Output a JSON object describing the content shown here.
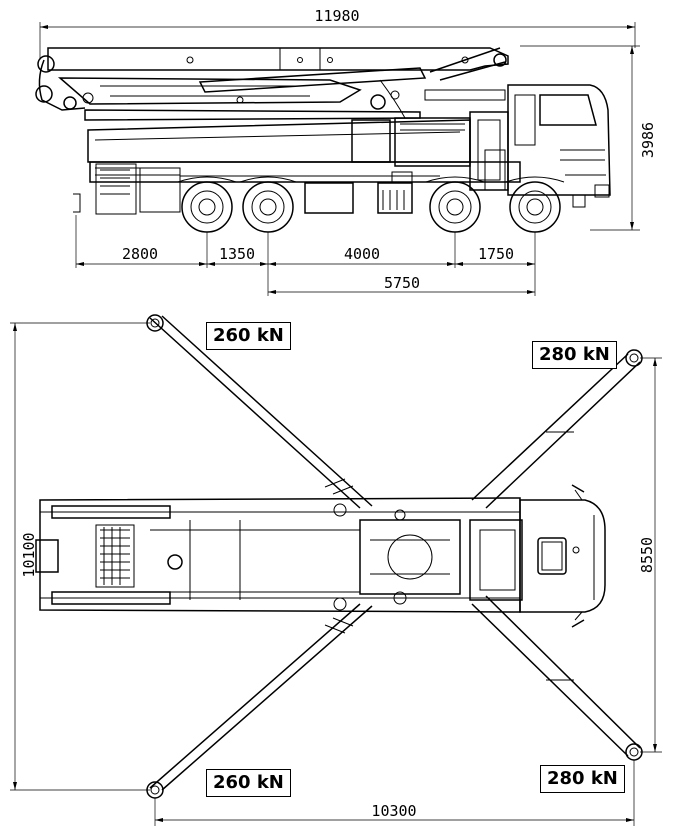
{
  "side_view": {
    "overall_length": "11980",
    "height": "3986",
    "dims": {
      "rear_overhang": "2800",
      "rear_axle_spacing": "1350",
      "mid_span": "4000",
      "front_axle_spacing": "1750",
      "axle_base": "5750"
    }
  },
  "top_view": {
    "outrigger_loads": {
      "rear_left": "260 kN",
      "front_left": "280 kN",
      "rear_right": "260 kN",
      "front_right": "280 kN"
    },
    "rear_span": "10100",
    "front_span": "8550",
    "longitudinal_span": "10300"
  }
}
